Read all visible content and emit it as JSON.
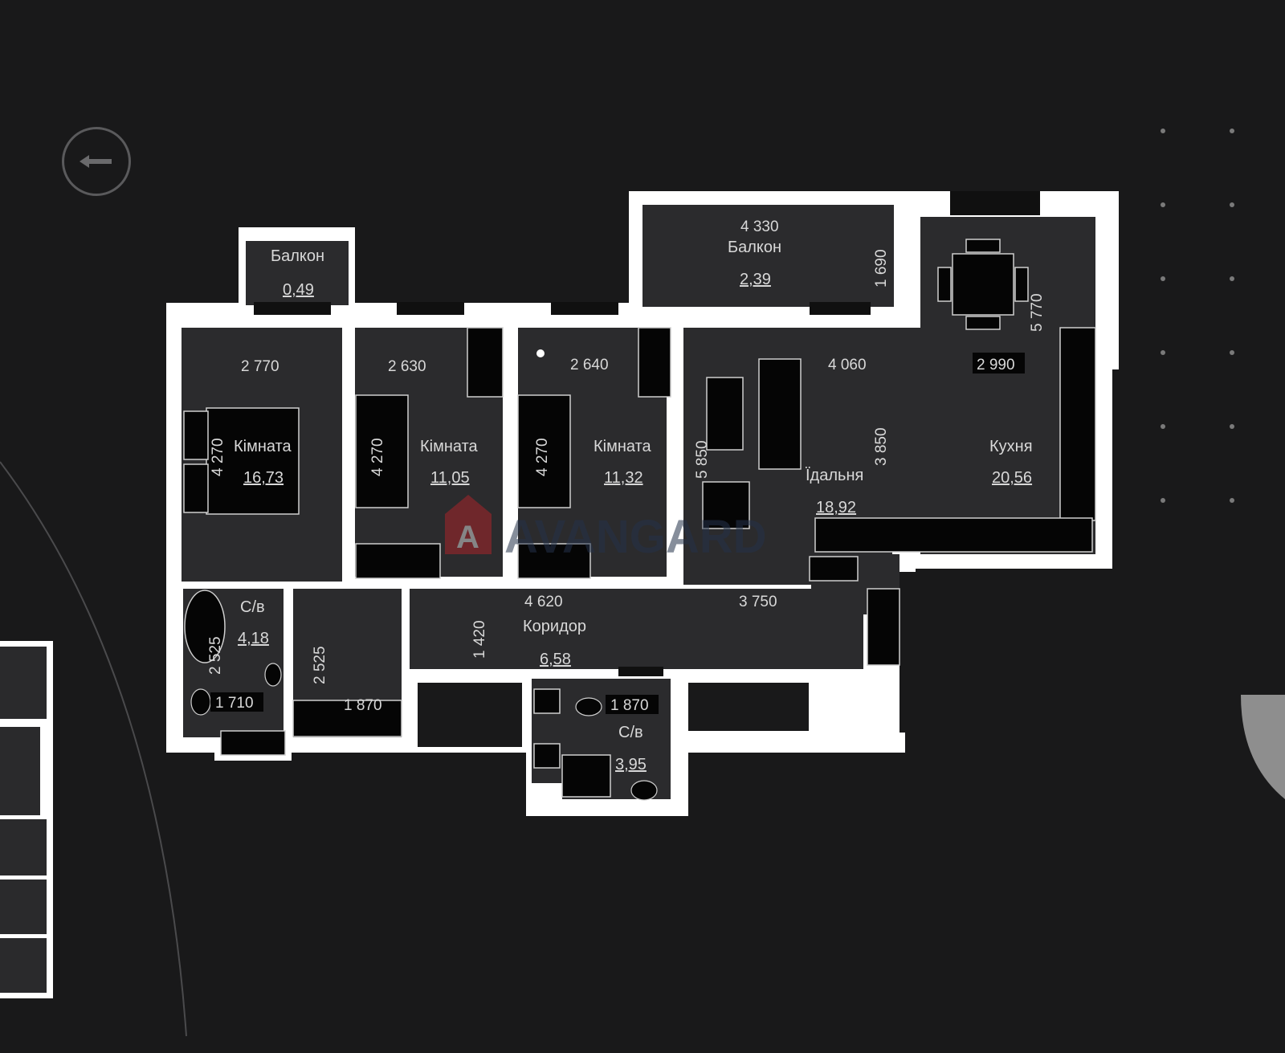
{
  "app": {
    "back_button_label": "back-arrow-icon"
  },
  "watermark": {
    "text": "AVANGARD"
  },
  "rooms": {
    "balcony_small": {
      "name": "Балкон",
      "area": "0,49"
    },
    "balcony_large": {
      "name": "Балкон",
      "area": "2,39"
    },
    "room1": {
      "name": "Кімната",
      "area": "16,73"
    },
    "room2": {
      "name": "Кімната",
      "area": "11,05"
    },
    "room3": {
      "name": "Кімната",
      "area": "11,32"
    },
    "dining": {
      "name": "Їдальня",
      "area": "18,92"
    },
    "kitchen": {
      "name": "Кухня",
      "area": "20,56"
    },
    "bath1": {
      "name": "С/в",
      "area": "4,18"
    },
    "corridor": {
      "name": "Коридор",
      "area": "6,58"
    },
    "bath2": {
      "name": "С/в",
      "area": "3,95"
    }
  },
  "dimensions": {
    "d4330": "4 330",
    "d1690": "1 690",
    "d5770": "5 770",
    "d2770": "2 770",
    "d2630": "2 630",
    "d2640": "2 640",
    "d4060": "4 060",
    "d2990": "2 990",
    "d4270a": "4 270",
    "d4270b": "4 270",
    "d4270c": "4 270",
    "d5850": "5 850",
    "d3850": "3 850",
    "d4620": "4 620",
    "d3750": "3 750",
    "d1420": "1 420",
    "d2525a": "2 525",
    "d2525b": "2 525",
    "d1710": "1 710",
    "d1870a": "1 870",
    "d1870b": "1 870"
  },
  "colors": {
    "background": "#19191a",
    "wall": "#ffffff",
    "floor": "#2a2a2c",
    "furniture": "#050505"
  }
}
